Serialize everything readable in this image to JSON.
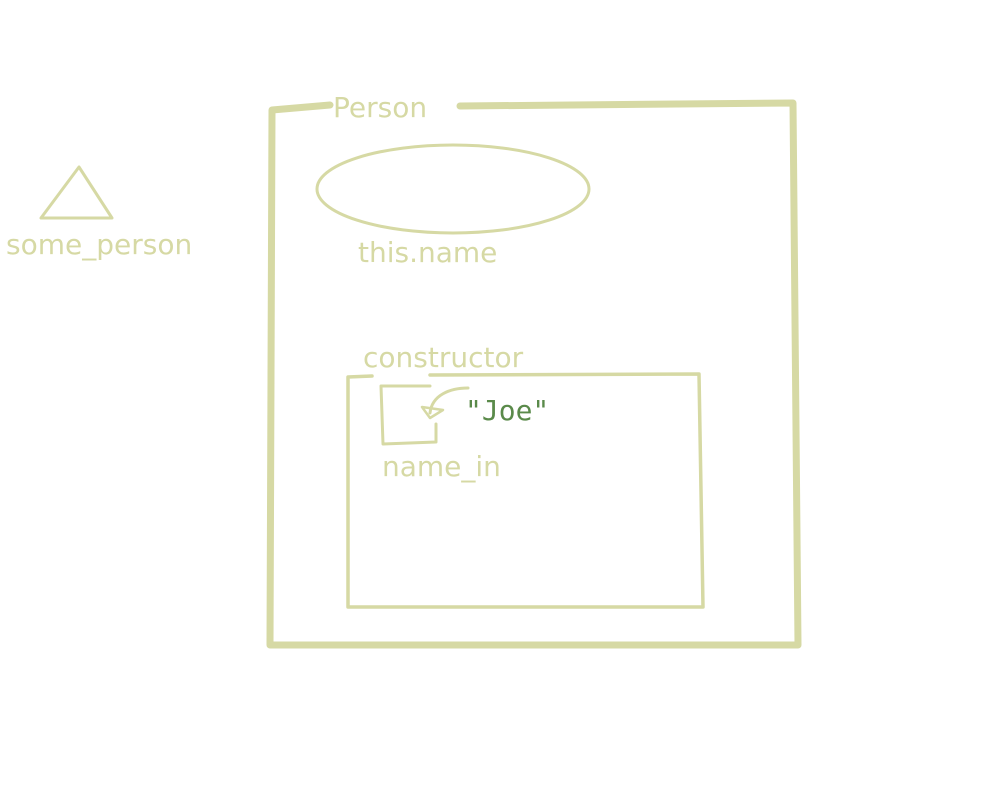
{
  "diagram": {
    "colors": {
      "stroke": "#d6d9a4",
      "label": "#d6d9a4",
      "value": "#5a8a4a",
      "background": "#ffffff"
    },
    "labels": {
      "some_person": "some_person",
      "person": "Person",
      "this_name": "this.name",
      "constructor": "constructor",
      "name_in": "name_in",
      "joe": "\"Joe\""
    },
    "icons": {
      "variable": "triangle-icon",
      "property": "ellipse-icon",
      "parameter": "square-icon",
      "assignment": "arrow-icon"
    }
  }
}
